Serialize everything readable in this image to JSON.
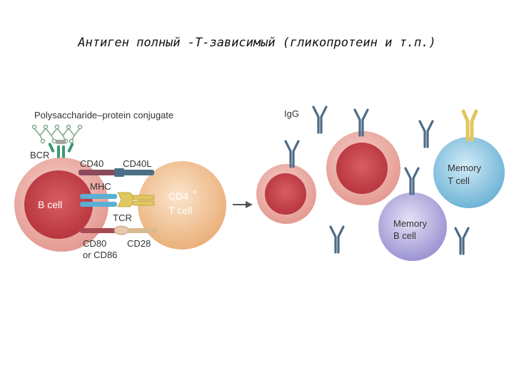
{
  "slide": {
    "title": "Антиген полный -Т-зависимый (гликопротеин и т.п.)"
  },
  "diagram": {
    "left_panel": {
      "header": "Polysaccharide–protein conjugate",
      "bcr": "BCR",
      "cd40": "CD40",
      "cd40l": "CD40L",
      "mhc": "MHC",
      "tcr": "TCR",
      "cd80_line1": "CD80",
      "cd80_line2": "or CD86",
      "cd28": "CD28",
      "b_cell": "B cell",
      "t_cell_line1": "CD4",
      "t_cell_sup": "+",
      "t_cell_line2": "T cell"
    },
    "right_panel": {
      "igg": "IgG",
      "memory_t_line1": "Memory",
      "memory_t_line2": "T cell",
      "memory_b_line1": "Memory",
      "memory_b_line2": "B cell"
    },
    "colors": {
      "b_cell": "#d0535a",
      "b_cell_outer": "#eeaaa4",
      "t_cell": "#f0c49c",
      "memory_t": "#8ec6e0",
      "memory_b": "#b3aede",
      "antibody": "#4e6b86",
      "bcr": "#3a9a72",
      "mhc": "#5aafd4",
      "tcr": "#e0c860",
      "cd40": "#8a4a5c",
      "cd40l": "#4a6e84"
    }
  }
}
